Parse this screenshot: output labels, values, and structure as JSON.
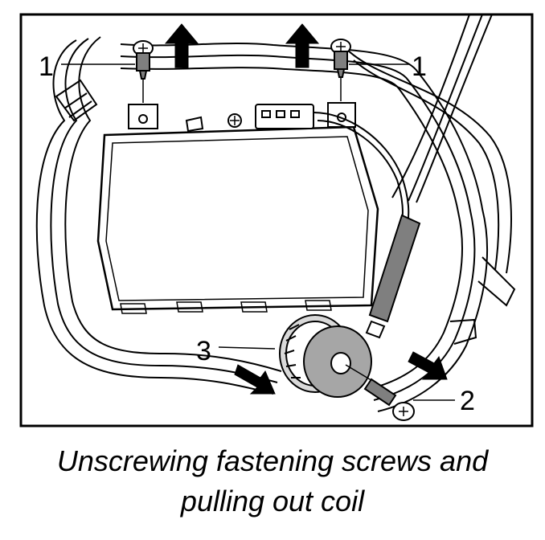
{
  "callouts": {
    "screw_left": "1",
    "screw_right": "1",
    "screw_bottom": "2",
    "coil": "3"
  },
  "caption": {
    "line1": "Unscrewing fastening screws and",
    "line2": "pulling out coil"
  }
}
